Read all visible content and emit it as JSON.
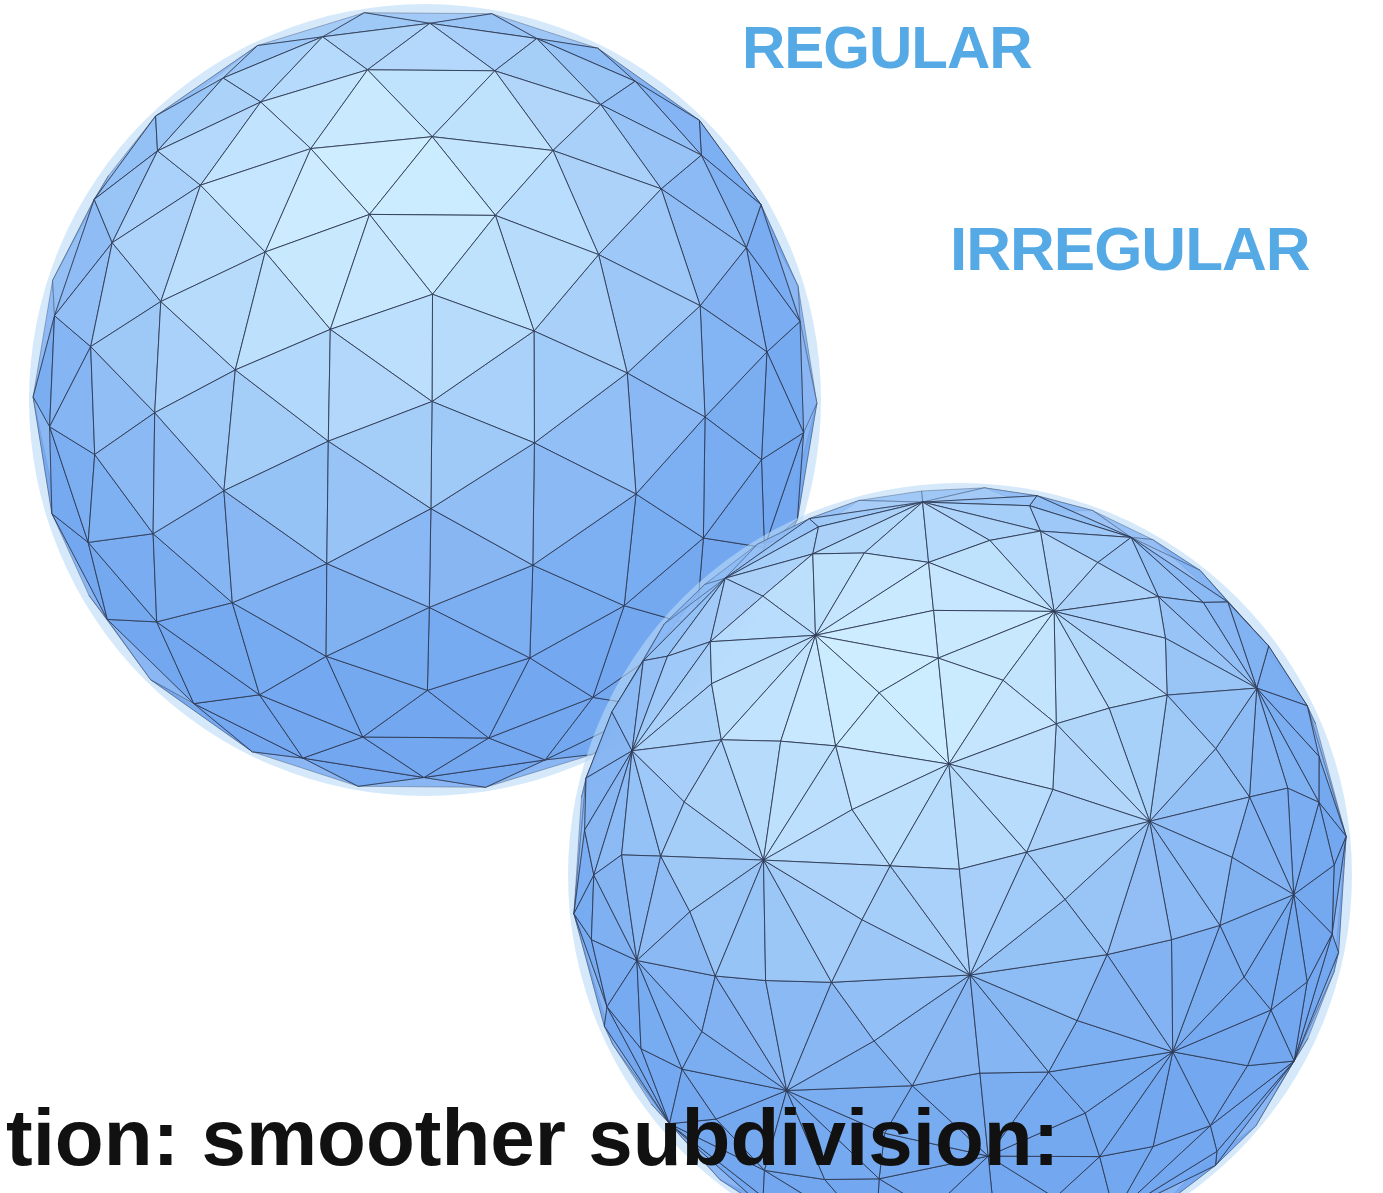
{
  "diagram": {
    "labels": [
      "REGULAR",
      "IRREGULAR",
      "tion: smoother subdivision:"
    ]
  }
}
